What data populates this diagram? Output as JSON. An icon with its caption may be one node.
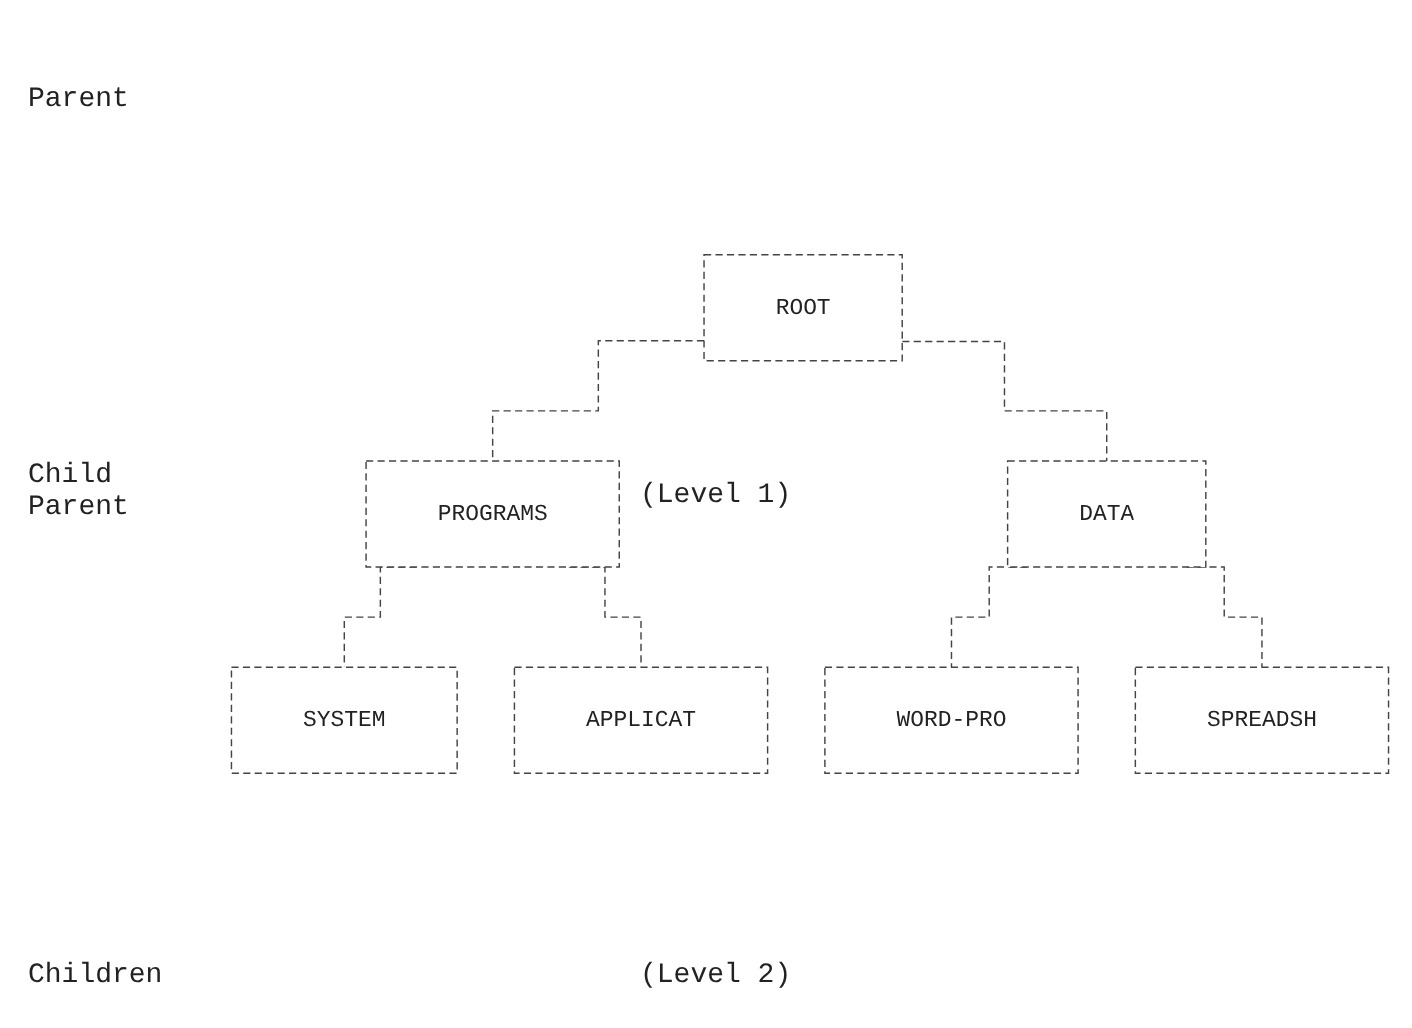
{
  "diagram": {
    "nodes": [
      {
        "text": [
          "ROOT"
        ]
      },
      {
        "text": [
          "PROGRAMS"
        ]
      },
      {
        "text": [
          "DATA"
        ]
      },
      {
        "text": [
          "SYSTEM"
        ]
      },
      {
        "text": [
          "APPLICAT"
        ]
      },
      {
        "text": [
          "WORD-PRO"
        ]
      },
      {
        "text": [
          "SPREADSH"
        ]
      }
    ],
    "edges": [
      {
        "from": 0,
        "to": 1,
        "arrow": "none",
        "style": "dashed"
      },
      {
        "from": 0,
        "to": 2,
        "arrow": "none",
        "style": "dashed"
      },
      {
        "from": 1,
        "to": 3,
        "arrow": "none",
        "style": "dashed"
      },
      {
        "from": 1,
        "to": 4,
        "arrow": "none",
        "style": "dashed"
      },
      {
        "from": 2,
        "to": 5,
        "arrow": "none",
        "style": "dashed"
      },
      {
        "from": 2,
        "to": 6,
        "arrow": "none",
        "style": "dashed"
      }
    ],
    "labels": [
      "Parent",
      "Child Parent",
      "(Level 1)",
      "Children",
      "(Level 2)"
    ]
  }
}
